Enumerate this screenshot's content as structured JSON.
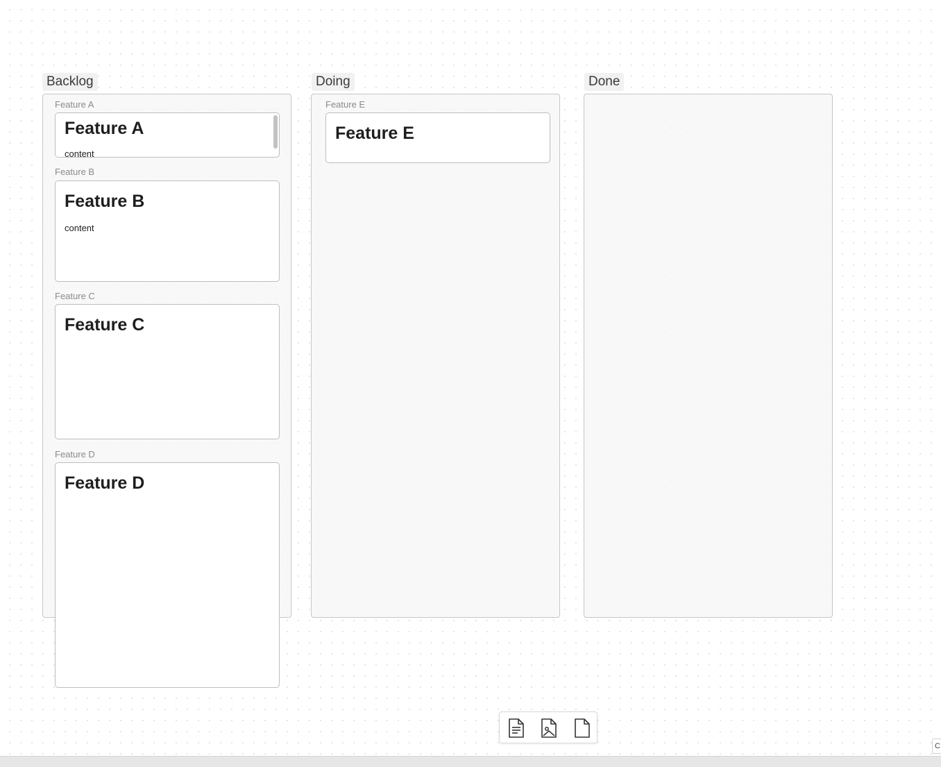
{
  "columns": [
    {
      "label": "Backlog",
      "cards": [
        {
          "label": "Feature A",
          "title": "Feature A",
          "body": "content"
        },
        {
          "label": "Feature B",
          "title": "Feature B",
          "body": "content"
        },
        {
          "label": "Feature C",
          "title": "Feature C",
          "body": ""
        },
        {
          "label": "Feature D",
          "title": "Feature D",
          "body": ""
        }
      ]
    },
    {
      "label": "Doing",
      "cards": [
        {
          "label": "Feature E",
          "title": "Feature E",
          "body": ""
        }
      ]
    },
    {
      "label": "Done",
      "cards": []
    }
  ],
  "toolbar": {
    "icons": [
      "text-document-icon",
      "image-document-icon",
      "blank-document-icon"
    ]
  },
  "corner_stub_text": "C",
  "colors": {
    "background": "#ffffff",
    "group_border": "#c6c6c6",
    "card_border": "#bdbdbd",
    "label_text": "#8a8a8a"
  }
}
